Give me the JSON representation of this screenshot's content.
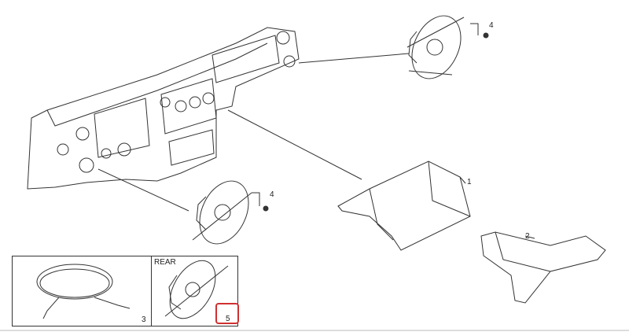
{
  "diagram": {
    "callouts": [
      {
        "id": "speaker-screw-front-right",
        "label": "4"
      },
      {
        "id": "speaker-screw-front-left",
        "label": "4"
      },
      {
        "id": "glovebox",
        "label": "1"
      },
      {
        "id": "bracket",
        "label": "2"
      },
      {
        "id": "wiring-harness",
        "label": "3"
      },
      {
        "id": "rear-speaker",
        "label": "5"
      }
    ],
    "inset_title": "REAR",
    "highlight_color": "#d03030"
  }
}
